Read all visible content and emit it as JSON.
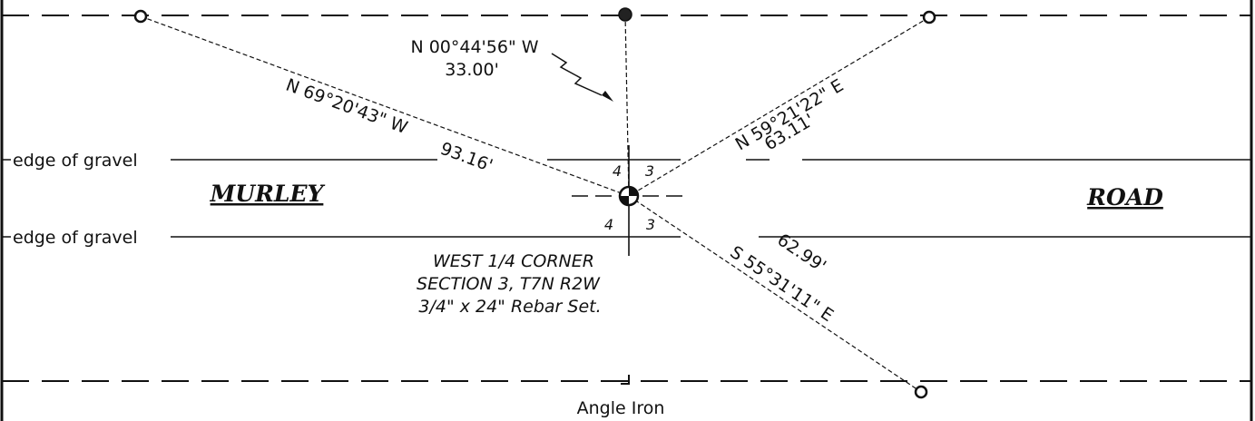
{
  "road_names": {
    "left": "MURLEY",
    "right": "ROAD"
  },
  "edges": {
    "upper": "edge of gravel",
    "lower": "edge of gravel"
  },
  "bearings": {
    "north": {
      "bearing": "N 00°44'56\" W",
      "distance": "33.00'"
    },
    "northwest": {
      "bearing": "N 69°20'43\" W",
      "distance": "93.16'"
    },
    "northeast": {
      "bearing": "N 59°21'22\" E",
      "distance": "63.11'"
    },
    "southeast": {
      "bearing": "S 55°31'11\" E",
      "distance": "62.99'"
    }
  },
  "quadrants": {
    "upper_left": "4",
    "upper_right": "3",
    "lower_left": "4",
    "lower_right": "3"
  },
  "corner_note": {
    "line1": "WEST 1/4 CORNER",
    "line2": "SECTION 3, T7N R2W",
    "line3": "3/4\" x 24\" Rebar Set."
  },
  "angle_iron": "Angle Iron"
}
